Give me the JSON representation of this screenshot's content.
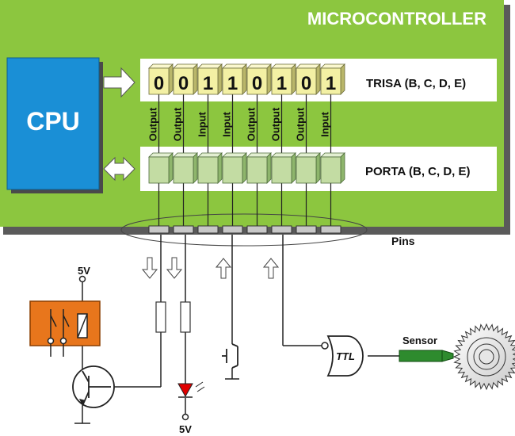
{
  "diagram": {
    "title": "MICROCONTROLLER",
    "cpu_label": "CPU",
    "trisa_label": "TRISA (B, C, D, E)",
    "porta_label": "PORTA (B, C, D, E)",
    "pins_label": "Pins",
    "trisa_bits": [
      "0",
      "0",
      "1",
      "1",
      "0",
      "1",
      "0",
      "1"
    ],
    "directions": [
      "Output",
      "Output",
      "Input",
      "Input",
      "Output",
      "Output",
      "Output",
      "Input"
    ],
    "supply_top": "5V",
    "supply_bottom": "5V",
    "ttl_label": "TTL",
    "sensor_label": "Sensor",
    "colors": {
      "board_green": "#8cc63f",
      "cpu_blue": "#1a8fd6",
      "register_cell": "#f3f0a4",
      "porta_cell": "#c3dca3",
      "relay_orange": "#e8761c",
      "sensor_green": "#2e8b2e",
      "led_red": "#e00000"
    }
  }
}
